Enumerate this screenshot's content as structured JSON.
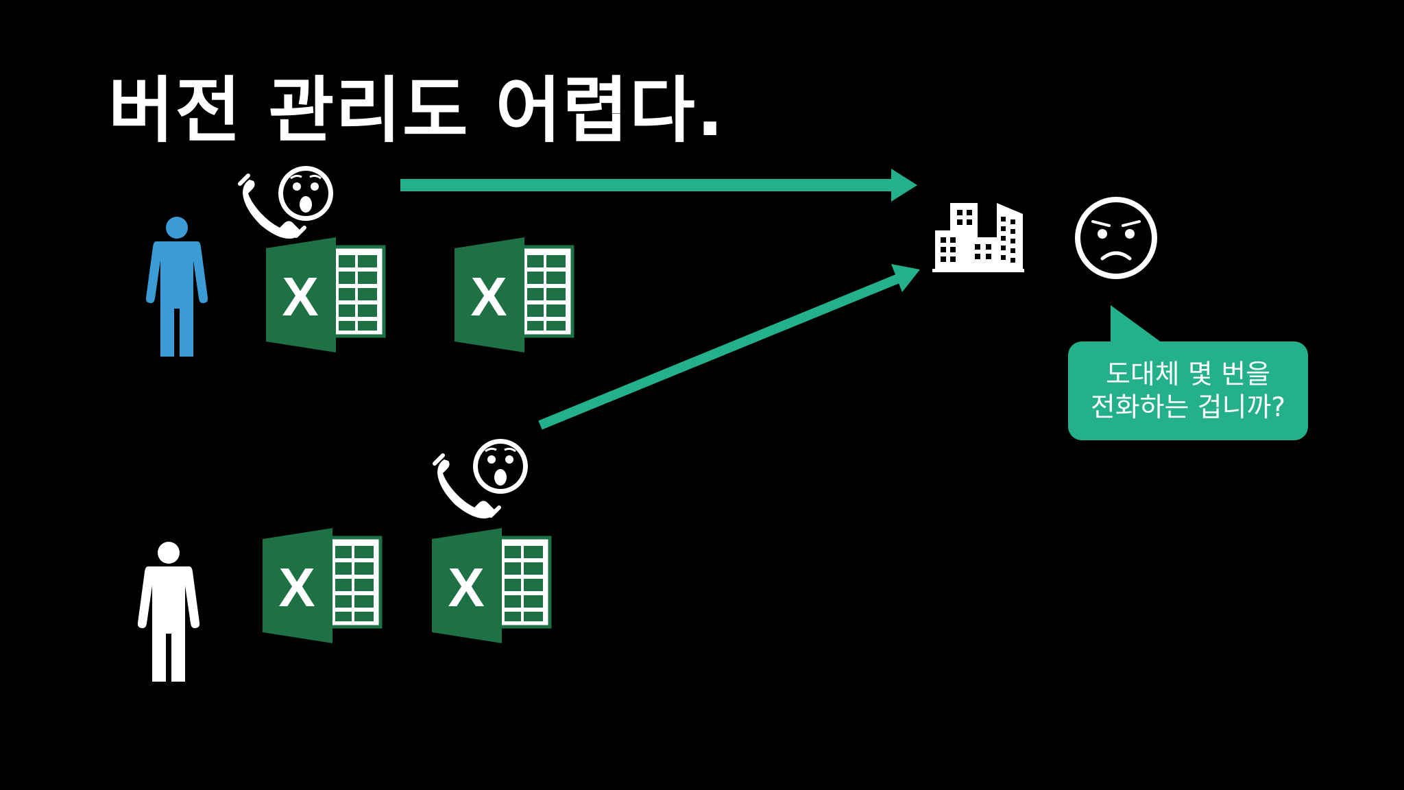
{
  "slide": {
    "title": "버전 관리도 어렵다.",
    "speech_bubble": {
      "line1": "도대체 몇 번을",
      "line2": "전화하는 겁니까?"
    },
    "file_icon_letter": "X"
  },
  "colors": {
    "background": "#000000",
    "accent": "#24b08a",
    "person_highlight": "#3b9bd4",
    "excel_green": "#1e7145",
    "text": "#ffffff"
  },
  "icons": [
    "person-icon",
    "phone-icon",
    "surprised-face-icon",
    "excel-file-icon",
    "office-building-icon",
    "angry-face-icon",
    "arrow-icon"
  ]
}
